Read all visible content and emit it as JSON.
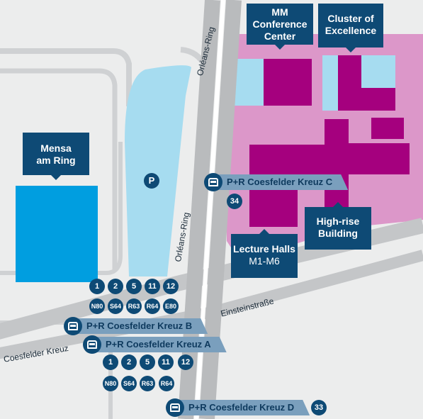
{
  "labels": {
    "mm_conference": [
      "MM",
      "Conference",
      "Center"
    ],
    "cluster": [
      "Cluster of",
      "Excellence"
    ],
    "mensa": [
      "Mensa",
      "am Ring"
    ],
    "highrise": [
      "High-rise",
      "Building"
    ],
    "lecture": [
      "Lecture Halls",
      "M1-M6"
    ]
  },
  "parking_symbol": "P",
  "roads": {
    "orleans_upper": "Orléans-Ring",
    "orleans_lower": "Orléans-Ring",
    "einstein": "Einsteinstraße",
    "coesfelder": "Coesfelder Kreuz"
  },
  "stops": {
    "a": "P+R Coesfelder Kreuz A",
    "b": "P+R Coesfelder Kreuz B",
    "c": "P+R Coesfelder Kreuz C",
    "d": "P+R Coesfelder Kreuz D"
  },
  "lines": {
    "b_row1": [
      "1",
      "2",
      "5",
      "11",
      "12"
    ],
    "b_row2": [
      "N80",
      "S64",
      "R63",
      "R64",
      "E80"
    ],
    "a_row1": [
      "1",
      "2",
      "5",
      "11",
      "12"
    ],
    "a_row2": [
      "N80",
      "S64",
      "R63",
      "R64"
    ],
    "c": "34",
    "d": "33"
  },
  "colors": {
    "campus_pink": "#dc97c9",
    "building_magenta": "#a5007e",
    "light_blue": "#a6dcf0",
    "mensa_blue": "#009ee0",
    "parking_blue": "#a6dcf0",
    "label_navy": "#0e4a75",
    "stop_bar": "#7a9fbd",
    "road_gray": "#c4c6c8"
  }
}
